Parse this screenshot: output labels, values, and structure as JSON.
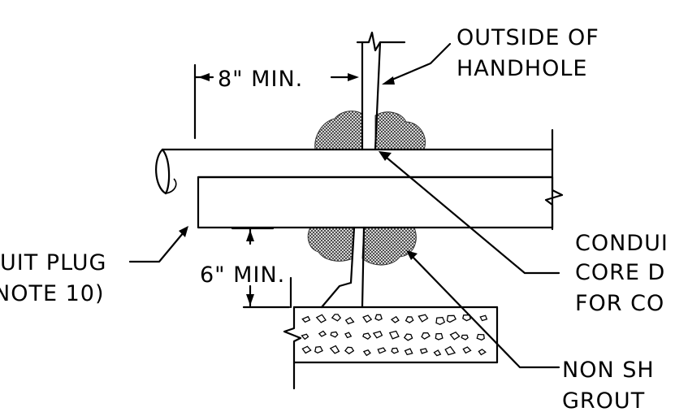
{
  "labels": {
    "outside_line1": "OUTSIDE OF",
    "outside_line2": "HANDHOLE",
    "dim_8": "8\" MIN.",
    "dim_6": "6\" MIN.",
    "plug_line1": "UIT PLUG",
    "plug_line2": "NOTE 10)",
    "conduit_line1": "CONDUI",
    "conduit_line2": "CORE D",
    "conduit_line3": "FOR CO",
    "grout_line1": "NON SH",
    "grout_line2": "GROUT"
  },
  "colors": {
    "ink": "#000000",
    "background": "#ffffff",
    "grout_hatch": "#555555"
  }
}
